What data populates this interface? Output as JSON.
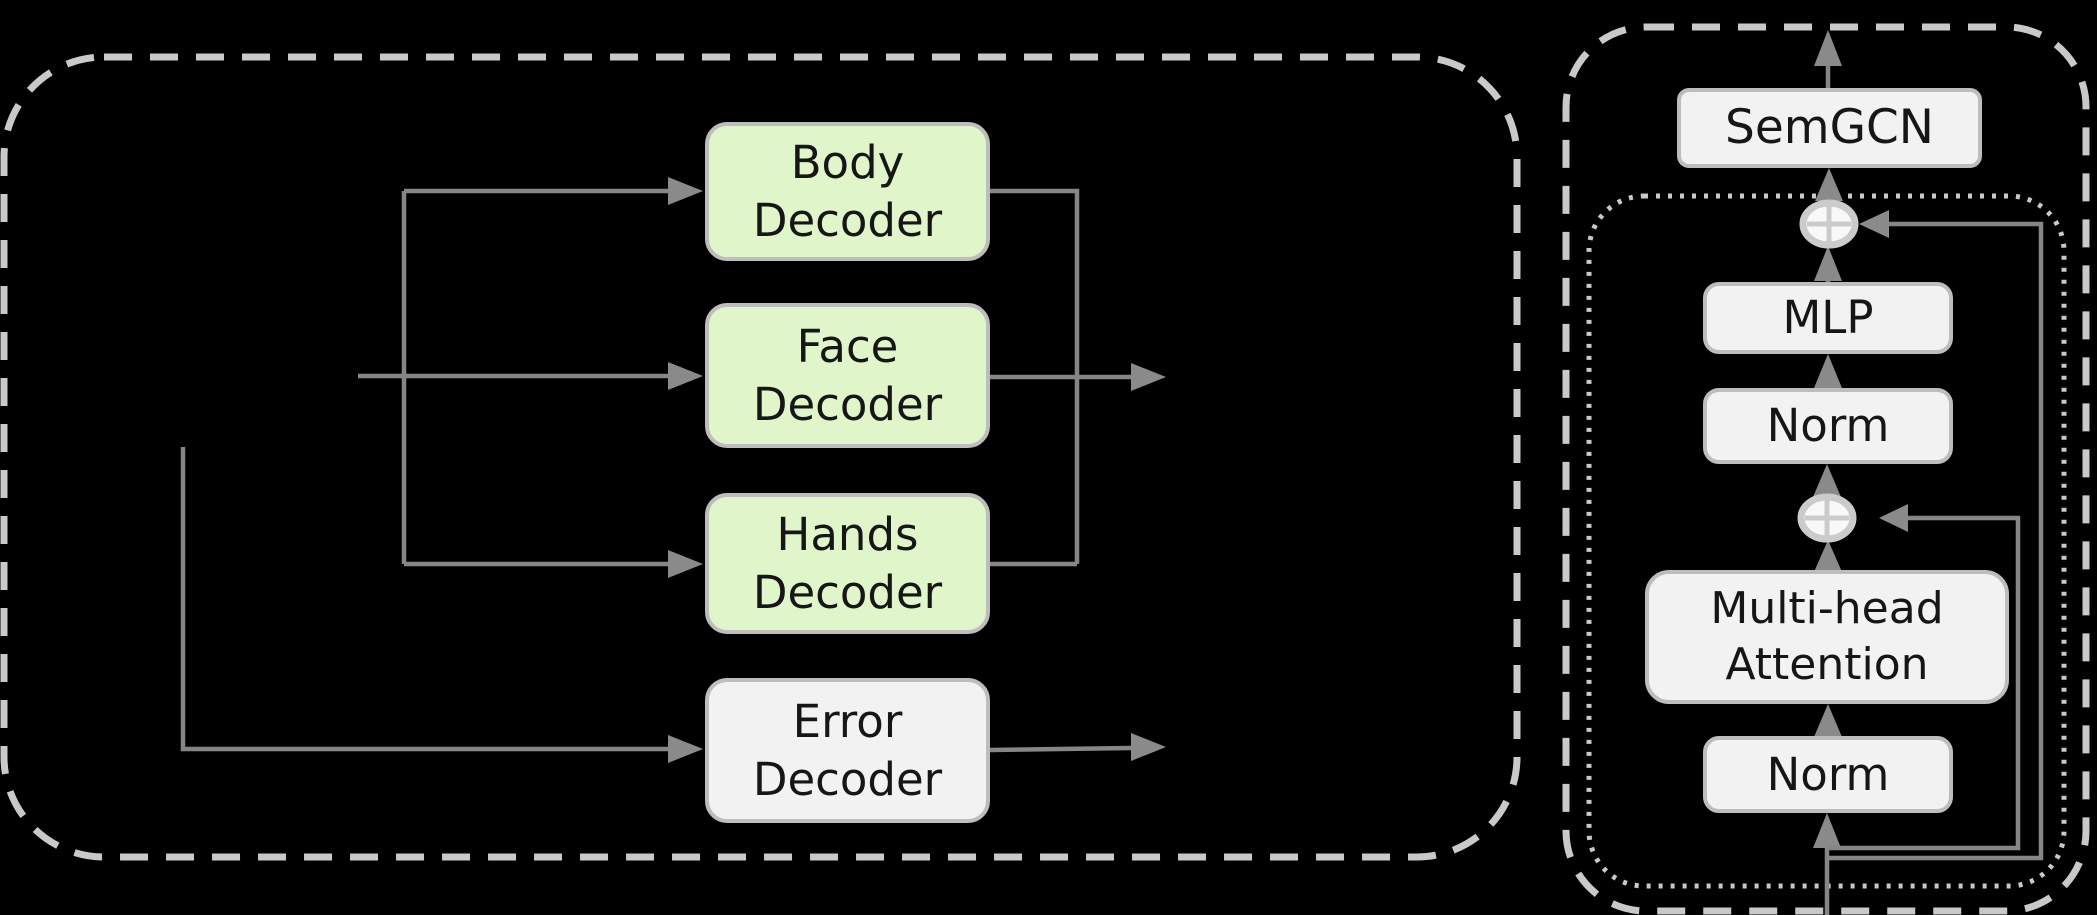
{
  "colors": {
    "bg": "#000000",
    "green": "#e0f6ca",
    "graybox": "#f2f2f2",
    "boxborder": "#bdbdbd",
    "line": "#868686",
    "arrow": "#8a8a8a",
    "dash": "#c9c9c9",
    "text": "#161616",
    "addfill": "#f8f8f8",
    "addring": "#cbcbcb"
  },
  "left_panel": {
    "boxes": [
      {
        "label": "Body\nDecoder"
      },
      {
        "label": "Face\nDecoder"
      },
      {
        "label": "Hands\nDecoder"
      },
      {
        "label": "Error\nDecoder"
      }
    ]
  },
  "right_panel": {
    "boxes": {
      "semgcn": {
        "label": "SemGCN"
      },
      "mlp": {
        "label": "MLP"
      },
      "norm_top": {
        "label": "Norm"
      },
      "attention": {
        "label": "Multi-head\nAttention"
      },
      "norm_bottom": {
        "label": "Norm"
      }
    },
    "add_icon": "circled-plus"
  }
}
